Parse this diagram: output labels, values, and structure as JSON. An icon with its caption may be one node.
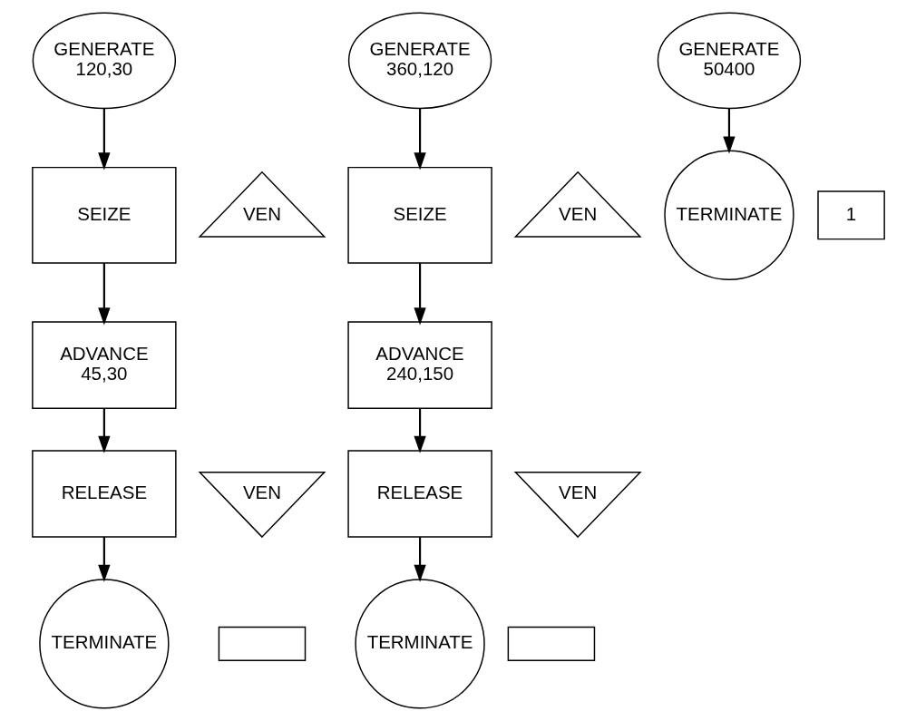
{
  "diagram": {
    "nodes": [
      {
        "text": [
          "GENERATE",
          "120,30"
        ]
      },
      {
        "text": [
          "SEIZE"
        ]
      },
      {
        "text": [
          "VEN"
        ]
      },
      {
        "text": [
          "ADVANCE",
          "45,30"
        ]
      },
      {
        "text": [
          "RELEASE"
        ]
      },
      {
        "text": [
          "VEN"
        ]
      },
      {
        "text": [
          "TERMINATE"
        ]
      },
      {
        "text": [],
        "shape": "box"
      },
      {
        "text": [
          "GENERATE",
          "360,120"
        ]
      },
      {
        "text": [
          "SEIZE"
        ]
      },
      {
        "text": [
          "VEN"
        ]
      },
      {
        "text": [
          "ADVANCE",
          "240,150"
        ]
      },
      {
        "text": [
          "RELEASE"
        ]
      },
      {
        "text": [
          "VEN"
        ]
      },
      {
        "text": [
          "TERMINATE"
        ]
      },
      {
        "text": [],
        "shape": "box"
      },
      {
        "text": [
          "GENERATE",
          "50400"
        ]
      },
      {
        "text": [
          "TERMINATE"
        ]
      },
      {
        "text": [
          "1"
        ]
      }
    ],
    "edges": [
      {
        "from": 0,
        "to": 1,
        "arrow": "to"
      },
      {
        "from": 1,
        "to": 3,
        "arrow": "to"
      },
      {
        "from": 3,
        "to": 4,
        "arrow": "to"
      },
      {
        "from": 4,
        "to": 6,
        "arrow": "to"
      },
      {
        "from": 8,
        "to": 9,
        "arrow": "to"
      },
      {
        "from": 9,
        "to": 11,
        "arrow": "to"
      },
      {
        "from": 11,
        "to": 12,
        "arrow": "to"
      },
      {
        "from": 12,
        "to": 14,
        "arrow": "to"
      },
      {
        "from": 16,
        "to": 17,
        "arrow": "to"
      }
    ]
  }
}
